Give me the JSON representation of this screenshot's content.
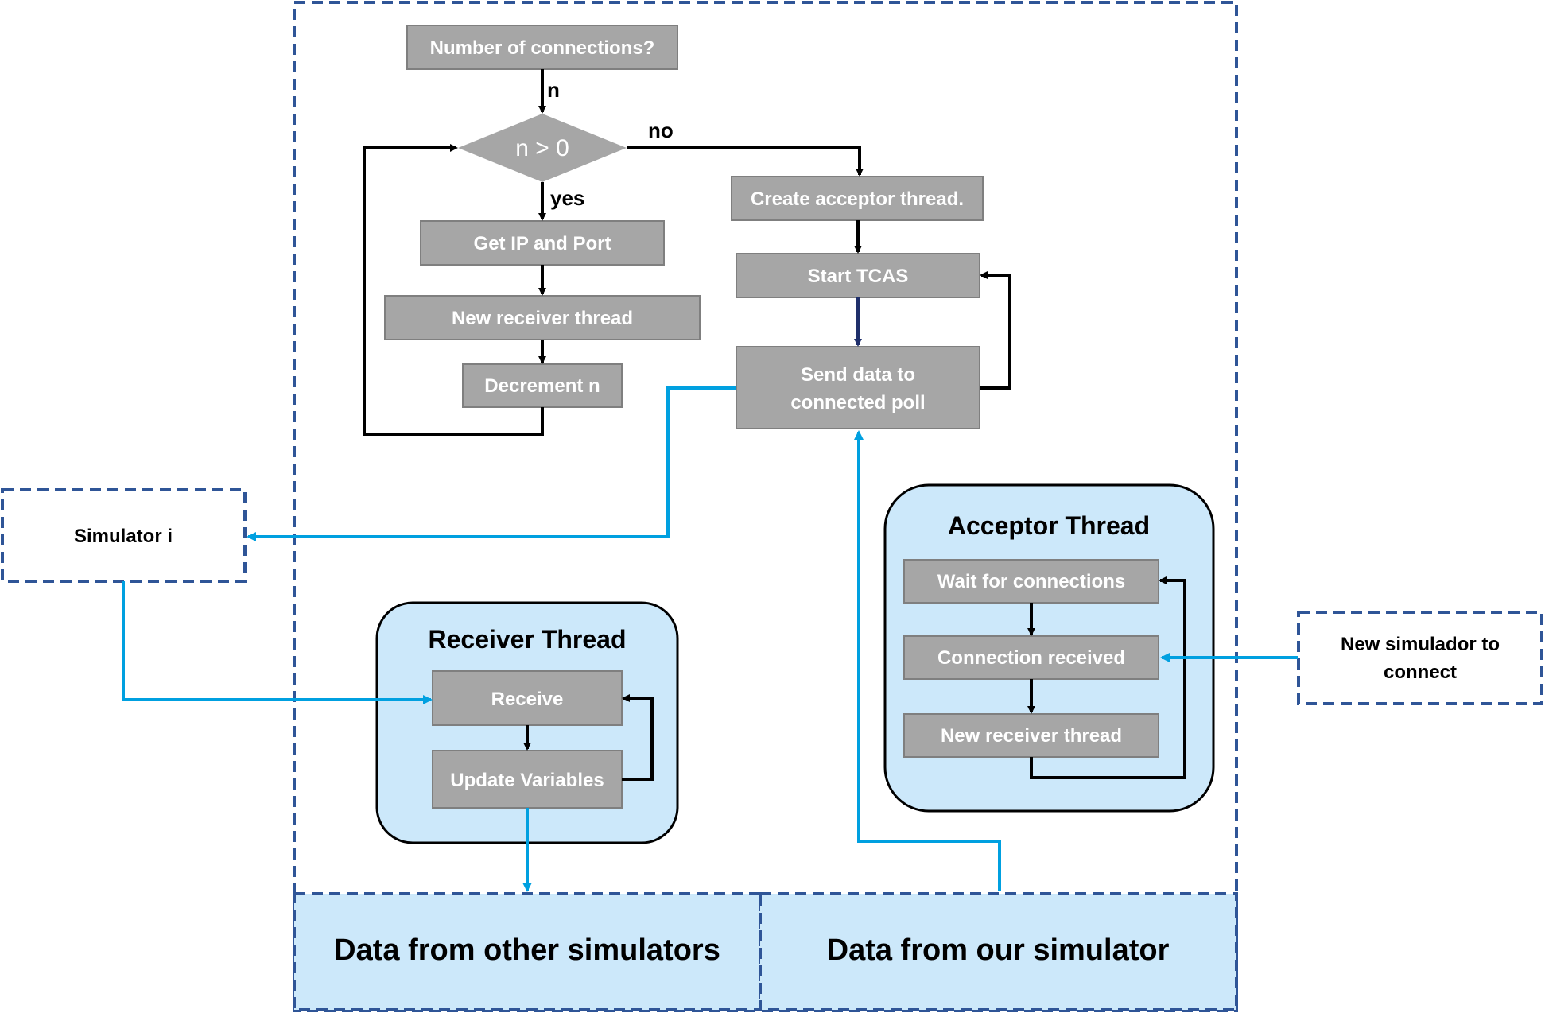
{
  "colors": {
    "dashed_border": "#2f5597",
    "process_fill": "#a6a6a6",
    "process_stroke": "#7f7f7f",
    "thread_fill": "#cce8fa",
    "data_fill": "#cce8fa",
    "flow_black": "#000000",
    "flow_blue": "#00a0e0",
    "flow_navy": "#1f2f6b"
  },
  "main_flow": {
    "number_of_connections": "Number of connections?",
    "label_n": "n",
    "decision": "n > 0",
    "label_yes": "yes",
    "label_no": "no",
    "get_ip_port": "Get IP and Port",
    "new_receiver_thread": "New receiver thread",
    "decrement_n": "Decrement n",
    "create_acceptor": "Create acceptor thread.",
    "start_tcas": "Start TCAS",
    "send_data_line1": "Send data to",
    "send_data_line2": "connected poll"
  },
  "simulator_i": "Simulator i",
  "new_simulador_line1": "New simulador to",
  "new_simulador_line2": "connect",
  "receiver_thread": {
    "title": "Receiver Thread",
    "receive": "Receive",
    "update_variables": "Update Variables"
  },
  "acceptor_thread": {
    "title": "Acceptor Thread",
    "wait": "Wait for connections",
    "connection_received": "Connection received",
    "new_receiver_thread": "New receiver thread"
  },
  "data_other": "Data from other simulators",
  "data_ours": "Data from our simulator"
}
